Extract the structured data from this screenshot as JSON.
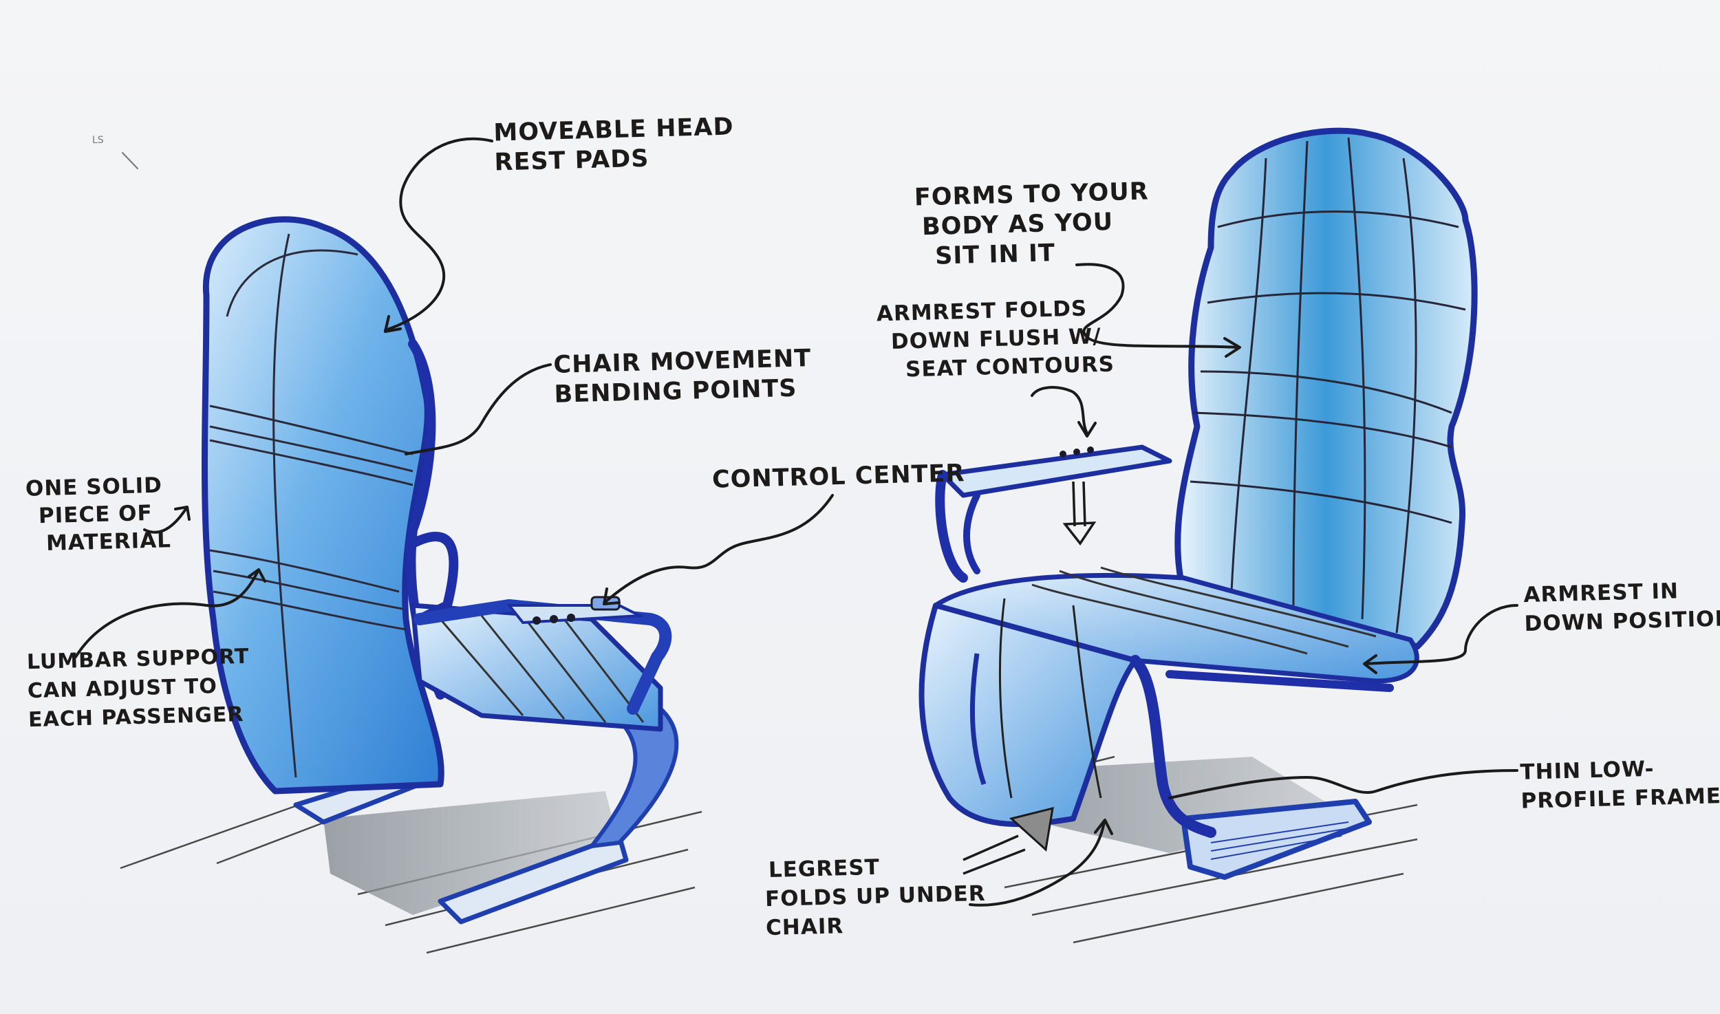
{
  "sketch": {
    "corner_mark": "LS",
    "colors": {
      "marker_blue": "#2b63c9",
      "light_blue": "#8cc4ec",
      "ink": "#1d1a1a",
      "shadow": "#9aa0a6"
    }
  },
  "annotations": {
    "moveable_head_rest": [
      "MOVEABLE HEAD",
      "REST PADS"
    ],
    "chair_movement": [
      "CHAIR MOVEMENT",
      "BENDING POINTS"
    ],
    "one_solid_piece": [
      "ONE SOLID",
      "PIECE OF",
      "MATERIAL"
    ],
    "control_center": [
      "CONTROL CENTER"
    ],
    "lumbar_support": [
      "LUMBAR SUPPORT",
      "CAN ADJUST TO",
      "EACH PASSENGER"
    ],
    "forms_to_body": [
      "FORMS TO YOUR",
      "BODY AS YOU",
      "SIT IN IT"
    ],
    "armrest_folds": [
      "ARMREST FOLDS",
      "DOWN FLUSH W/",
      "SEAT CONTOURS"
    ],
    "armrest_down": [
      "ARMREST IN",
      "DOWN POSITION."
    ],
    "thin_frame": [
      "THIN LOW-",
      "PROFILE FRAME"
    ],
    "legrest": [
      "LEGREST",
      "FOLDS UP UNDER",
      "CHAIR"
    ]
  }
}
